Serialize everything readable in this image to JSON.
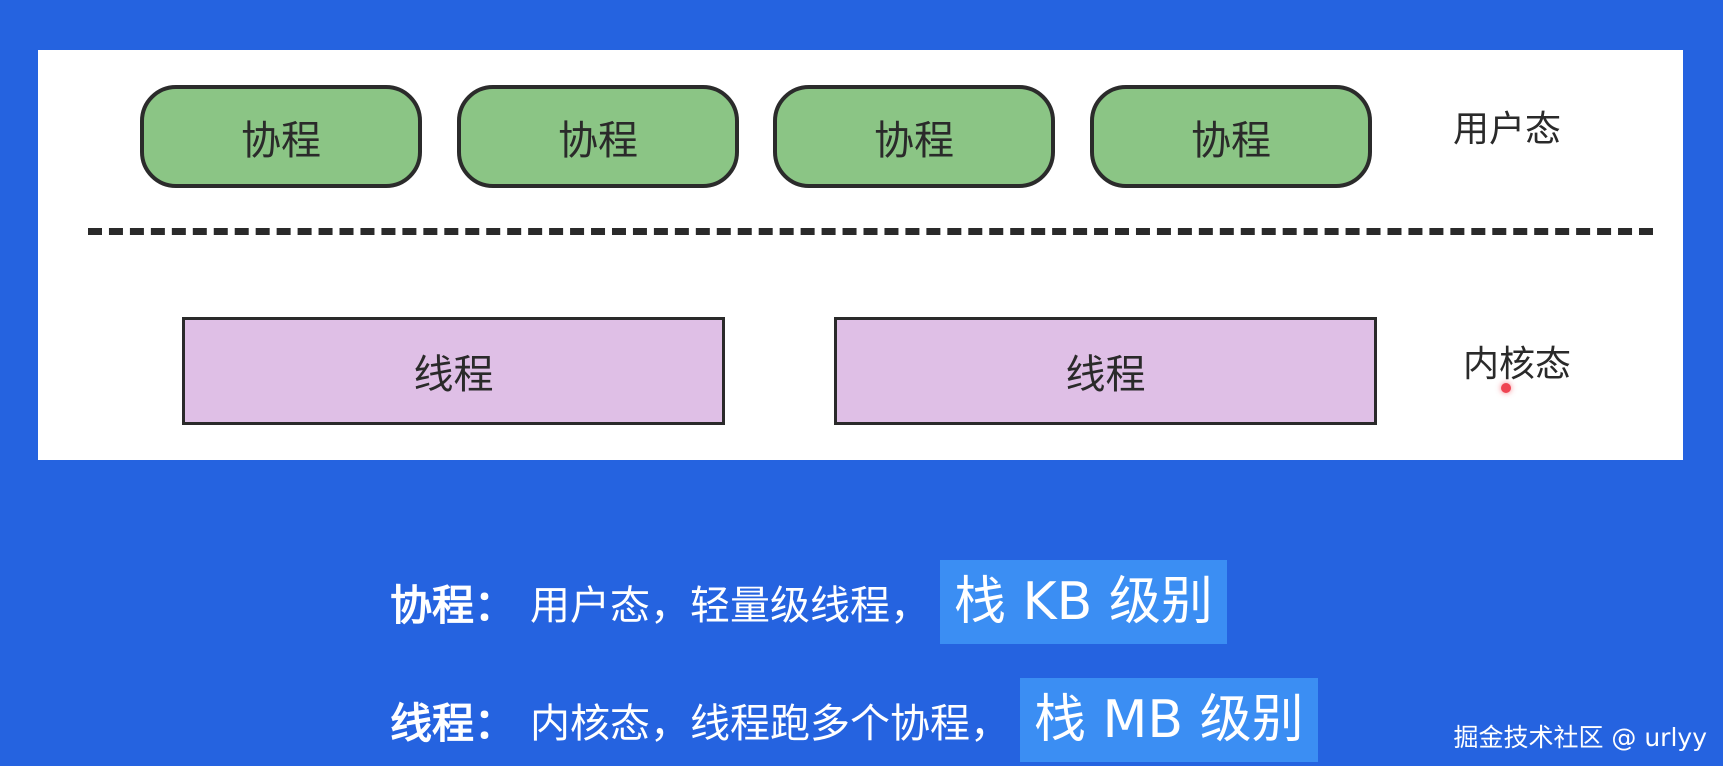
{
  "diagram": {
    "coroutines": [
      "协程",
      "协程",
      "协程",
      "协程"
    ],
    "threads": [
      "线程",
      "线程"
    ],
    "user_mode_label": "用户态",
    "kernel_mode_label": "内核态"
  },
  "captions": [
    {
      "key": "协程",
      "colon": "：",
      "desc": "用户态，轻量级线程，",
      "highlight": "栈 KB 级别"
    },
    {
      "key": "线程",
      "colon": "：",
      "desc": "内核态，线程跑多个协程，",
      "highlight": "栈 MB 级别"
    }
  ],
  "watermark": "掘金技术社区 @ urlyy",
  "colors": {
    "background": "#2563e0",
    "coroutine_fill": "#8bc585",
    "thread_fill": "#dfbfe6",
    "highlight": "#3b8ef3"
  }
}
